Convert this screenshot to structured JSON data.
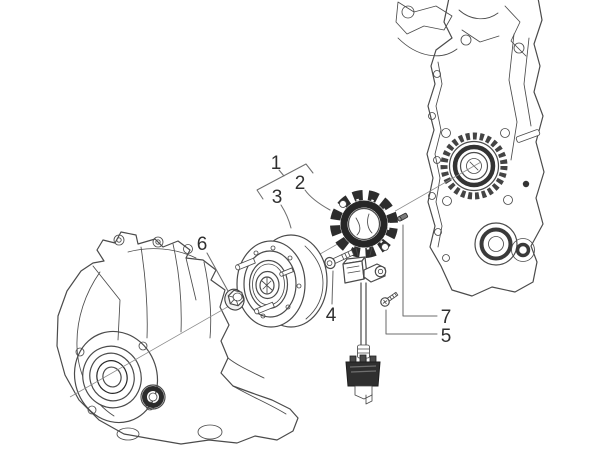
{
  "diagram": {
    "kind": "exploded-parts-drawing",
    "subject": "flywheel-magneto-and-crankcase",
    "background_color": "#ffffff",
    "line_color": "#4b4b4b",
    "dark_color": "#282828",
    "label_color": "#2f2f2f",
    "callouts": [
      {
        "number": "1",
        "part": "flywheel-magneto-assembly"
      },
      {
        "number": "2",
        "part": "stator"
      },
      {
        "number": "3",
        "part": "flywheel-rotor"
      },
      {
        "number": "4",
        "part": "socket-screw"
      },
      {
        "number": "5",
        "part": "self-tapping-screw"
      },
      {
        "number": "6",
        "part": "flange-nut"
      },
      {
        "number": "7",
        "part": "dowel-pin"
      }
    ]
  }
}
